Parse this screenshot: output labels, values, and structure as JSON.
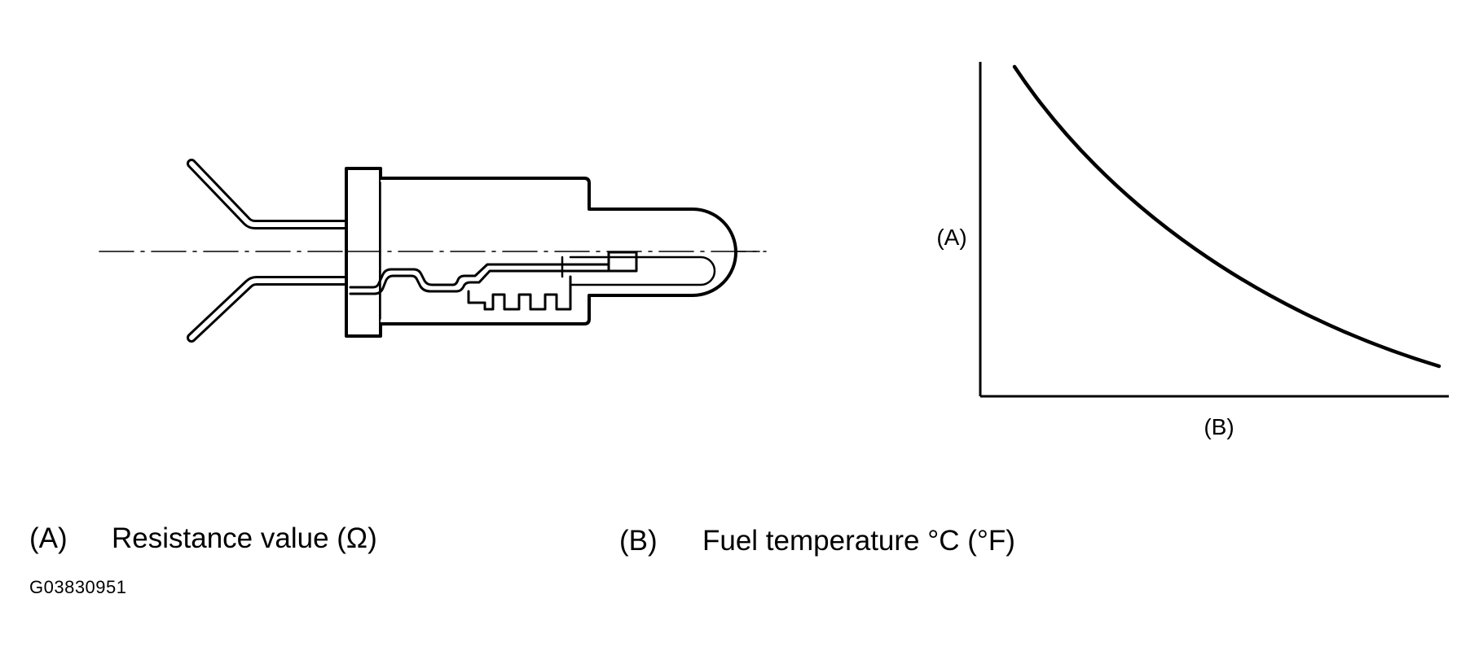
{
  "graph": {
    "y_axis_label": "(A)",
    "x_axis_label": "(B)"
  },
  "legend": [
    {
      "key": "(A)",
      "description": "Resistance value (Ω)"
    },
    {
      "key": "(B)",
      "description": "Fuel temperature °C (°F)"
    }
  ],
  "figure_id": "G03830951"
}
